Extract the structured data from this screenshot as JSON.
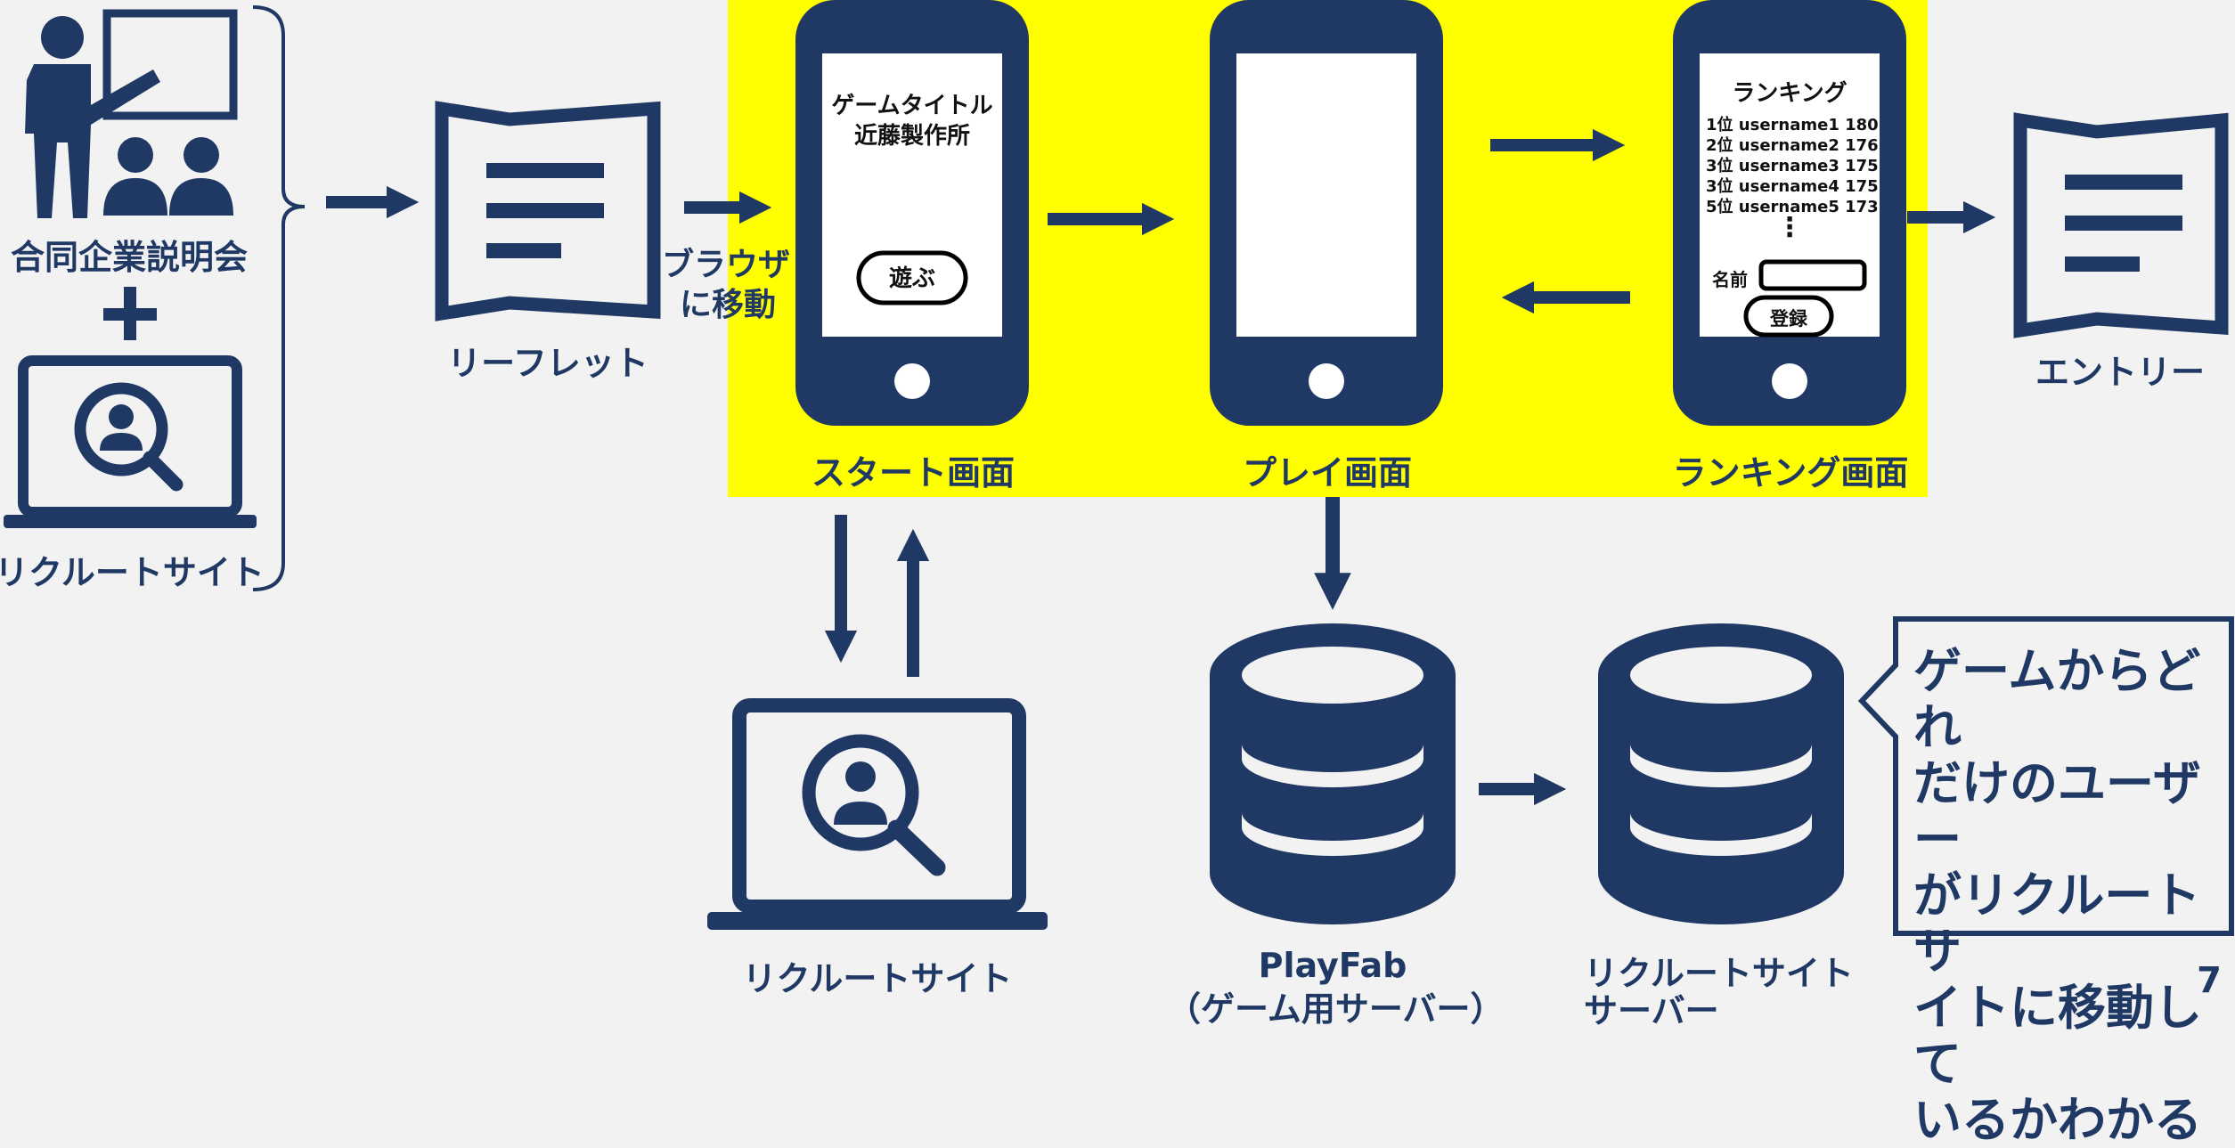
{
  "left": {
    "seminar_label": "合同企業説明会",
    "plus": "＋",
    "recruit_site_label": "リクルートサイト",
    "leaflet_label": "リーフレット"
  },
  "browser_move": [
    "ブラウザ",
    "に移動"
  ],
  "screens": {
    "start": {
      "label": "スタート画面",
      "title_line1": "ゲームタイトル",
      "title_line2": "近藤製作所",
      "play_button": "遊ぶ"
    },
    "play": {
      "label": "プレイ画面"
    },
    "ranking": {
      "label": "ランキング画面",
      "heading": "ランキング",
      "rows": [
        "1位 username1 180",
        "2位 username2 176",
        "3位 username3 175",
        "3位 username4 175",
        "5位 username5 173"
      ],
      "ellipsis": "⋮",
      "name_label": "名前",
      "register_button": "登録"
    }
  },
  "entry_label": "エントリー",
  "bottom_recruit_label": "リクルートサイト",
  "playfab_label": [
    "PlayFab",
    "（ゲーム用サーバー）"
  ],
  "recruit_server_label": [
    "リクルートサイト",
    "サーバー"
  ],
  "callout": [
    "ゲームからどれ",
    "だけのユーザー",
    "がリクルートサ",
    "イトに移動して",
    "いるかわかる"
  ],
  "page_number": "7",
  "colors": {
    "navy": "#1f3864",
    "highlight": "#ffff00",
    "background": "#f2f2f2"
  }
}
